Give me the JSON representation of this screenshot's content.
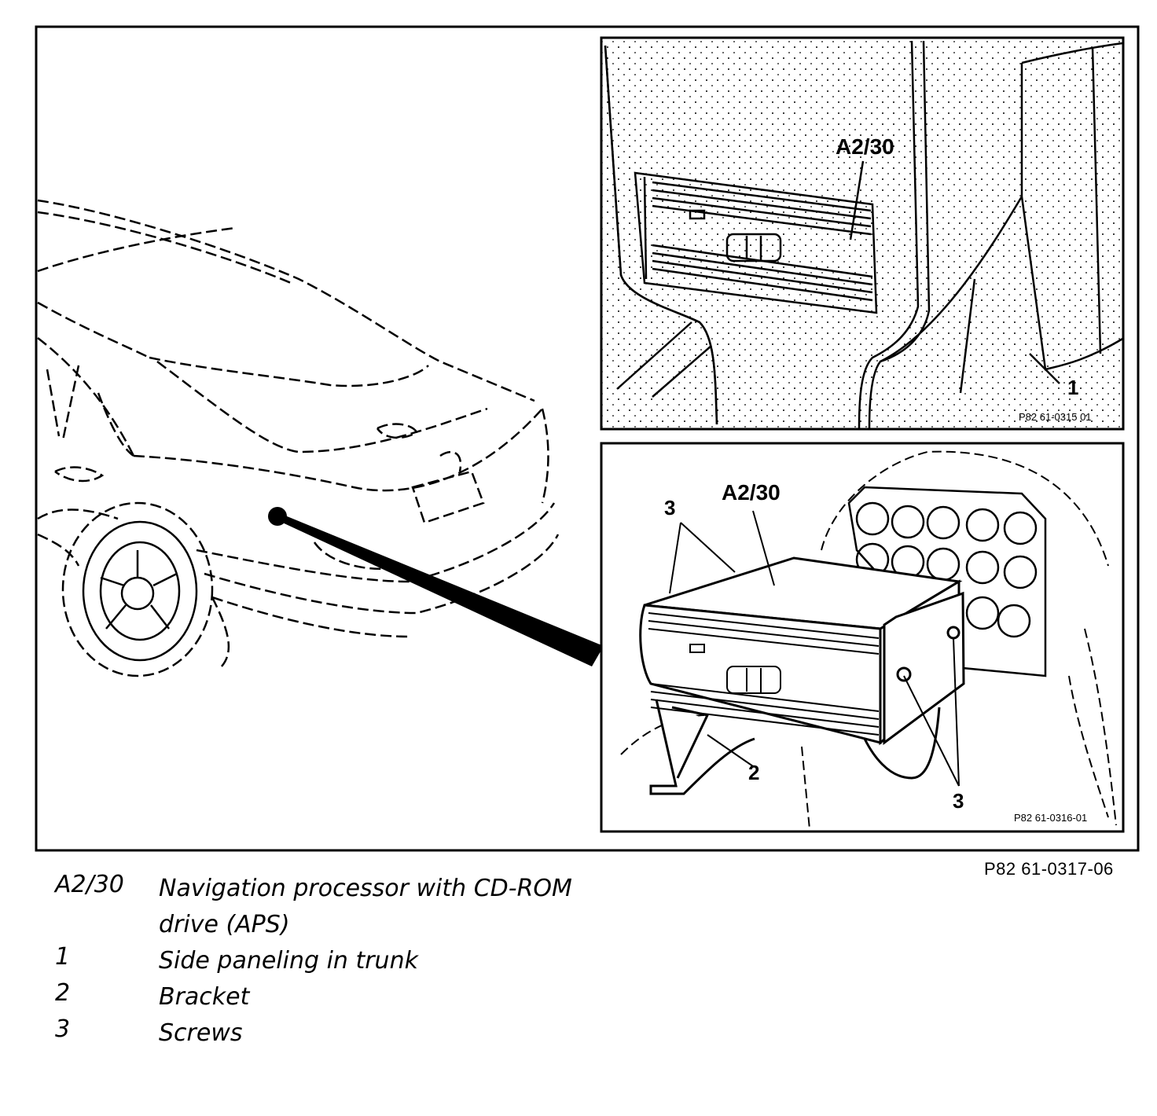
{
  "figure": {
    "reference": "P82 61-0317-06",
    "overview": {
      "description_hidden": ""
    },
    "detail_top": {
      "callout_a2": "A2/30",
      "callout_1": "1",
      "reference": "P82 61-0315 01"
    },
    "detail_bottom": {
      "callout_a2": "A2/30",
      "callout_3_top": "3",
      "callout_2": "2",
      "callout_3_bottom": "3",
      "reference": "P82 61-0316-01"
    }
  },
  "legend": [
    {
      "code": "A2/30",
      "description": "Navigation processor with CD-ROM drive (APS)"
    },
    {
      "code": "1",
      "description": "Side paneling in trunk"
    },
    {
      "code": "2",
      "description": "Bracket"
    },
    {
      "code": "3",
      "description": "Screws"
    }
  ]
}
